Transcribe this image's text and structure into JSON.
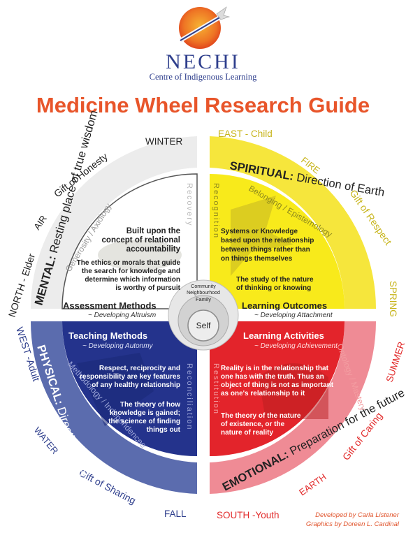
{
  "header": {
    "brand": "NECHI",
    "brand_subtitle": "Centre of Indigenous Learning",
    "title": "Medicine Wheel Research Guide"
  },
  "directions": {
    "north": "NORTH - Elder",
    "east": "EAST - Child",
    "south": "SOUTH -Youth",
    "west": "WEST -Adult",
    "winter": "WINTER",
    "spring": "SPRING",
    "summer": "SUMMER",
    "fall": "FALL",
    "air": "AIR",
    "fire": "FIRE",
    "earth": "EARTH",
    "water": "WATER"
  },
  "quadrants": {
    "mental": {
      "band_bold": "MENTAL:",
      "band_rest": " Resting place of true wisdom",
      "gift": "Gift of Honesty",
      "arc_label": "Generosity / Axiology",
      "side_label": "Recovery",
      "body1": [
        "Built upon the",
        "concept of relational",
        "accountability"
      ],
      "body2": [
        "The ethics or morals that guide",
        "the search for knowledge and",
        "determine which information",
        "is worthy of pursuit"
      ],
      "heading": "Assessment Methods",
      "subheading": "~ Developing Altruism"
    },
    "spiritual": {
      "band_bold": "SPIRITUAL:",
      "band_rest": " Direction of Earth",
      "gift": "Gift of Respect",
      "arc_label": "Belonging / Epistemology",
      "side_label": "Recognition",
      "body1": [
        "Systems or Knowledge",
        "based upon the relationship",
        "between things rather than",
        "on things themselves"
      ],
      "body2": [
        "The study of the nature",
        "of thinking or knowing"
      ],
      "heading": "Learning Outcomes",
      "subheading": "~ Developing Attachment"
    },
    "physical": {
      "band_bold": "PHYSICAL:",
      "band_rest": " Direction of Power",
      "gift": "Gift of Sharing",
      "arc_label": "Methodology / Independencee",
      "side_label": "Reconciliation",
      "body1": [
        "Respect, reciprocity and",
        "responsibility are key features",
        "of any healthy relationship"
      ],
      "body2": [
        "The theory of how",
        "knowledge is gained;",
        "the science of finding",
        "things out"
      ],
      "heading": "Teaching Methods",
      "subheading": "~ Developing Autonmy"
    },
    "emotional": {
      "band_bold": "EMOTIONAL:",
      "band_rest": " Preparation for the future",
      "gift": "Gift of Caring",
      "arc_label": "Ontology / Mastery",
      "side_label": "Restitution",
      "body1": [
        "Reality is in the relationship that",
        "one has with the truth. Thus an",
        "object of thing is not as important",
        "as one's relationship to it"
      ],
      "body2": [
        "The theory of the nature",
        "of existence, or the",
        "nature of reality"
      ],
      "heading": "Learning Activities",
      "subheading": "~ Developing Achievement"
    }
  },
  "center": {
    "community": "Community",
    "neighbourhood": "Neighbourhood",
    "family": "Family",
    "self": "Self"
  },
  "credits": {
    "line1": "Developed by Carla Listener",
    "line2": "Graphics by Doreen L. Cardinal"
  },
  "colors": {
    "title": "#e8552a",
    "brand": "#2e3e8c",
    "mental_band": "#ececec",
    "spiritual_band": "#f6e63c",
    "spiritual_inner": "#f8ea1b",
    "physical_band": "#5b6cae",
    "physical_inner": "#24338c",
    "emotional_band": "#ef8b95",
    "emotional_inner": "#e3242b",
    "east_text": "#c7b41a",
    "south_text": "#e22b2b",
    "west_text": "#2e3e8c"
  }
}
